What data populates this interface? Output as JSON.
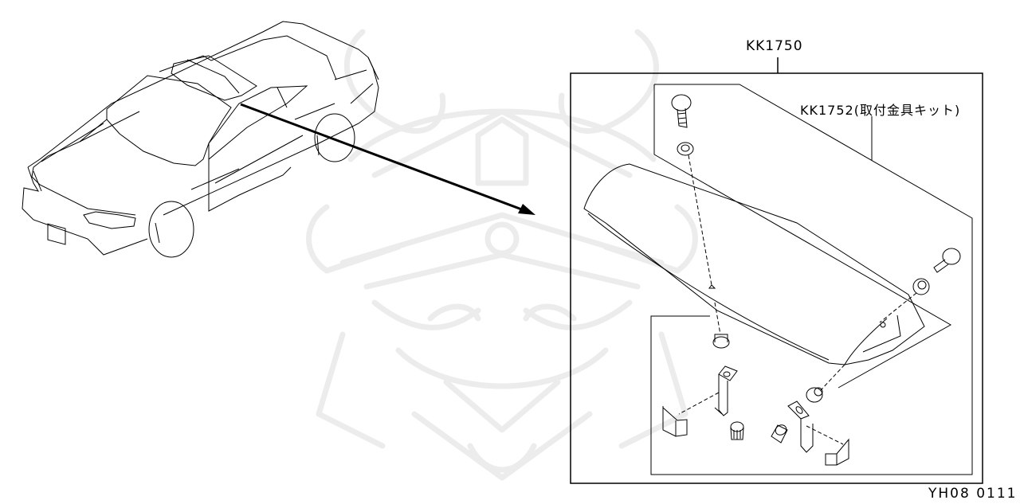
{
  "diagram": {
    "type": "exploded parts diagram",
    "callouts": [
      {
        "id": "assembly",
        "part_number": "KK1750",
        "label": "KK1750"
      },
      {
        "id": "kit",
        "part_number": "KK1752",
        "label": "KK1752(取付金具キット)",
        "description": "取付金具キット"
      }
    ],
    "figure_code": "YH08  0111",
    "vehicle_view": "coupe, front three-quarter isometric",
    "arrow_target": "rear spoiler on trunk lid",
    "parts_shown": [
      "rear-spoiler",
      "bolt-upper-left",
      "washer-upper-left",
      "bolt-right",
      "washer-right",
      "grommet-left",
      "grommet-right",
      "bracket-left",
      "bracket-right",
      "clip-left",
      "clip-right",
      "spacer-left",
      "spacer-right"
    ],
    "watermark": "samurai-helmet-logo",
    "colors": {
      "line": "#000000",
      "background": "#ffffff",
      "watermark": "#ececec"
    }
  }
}
